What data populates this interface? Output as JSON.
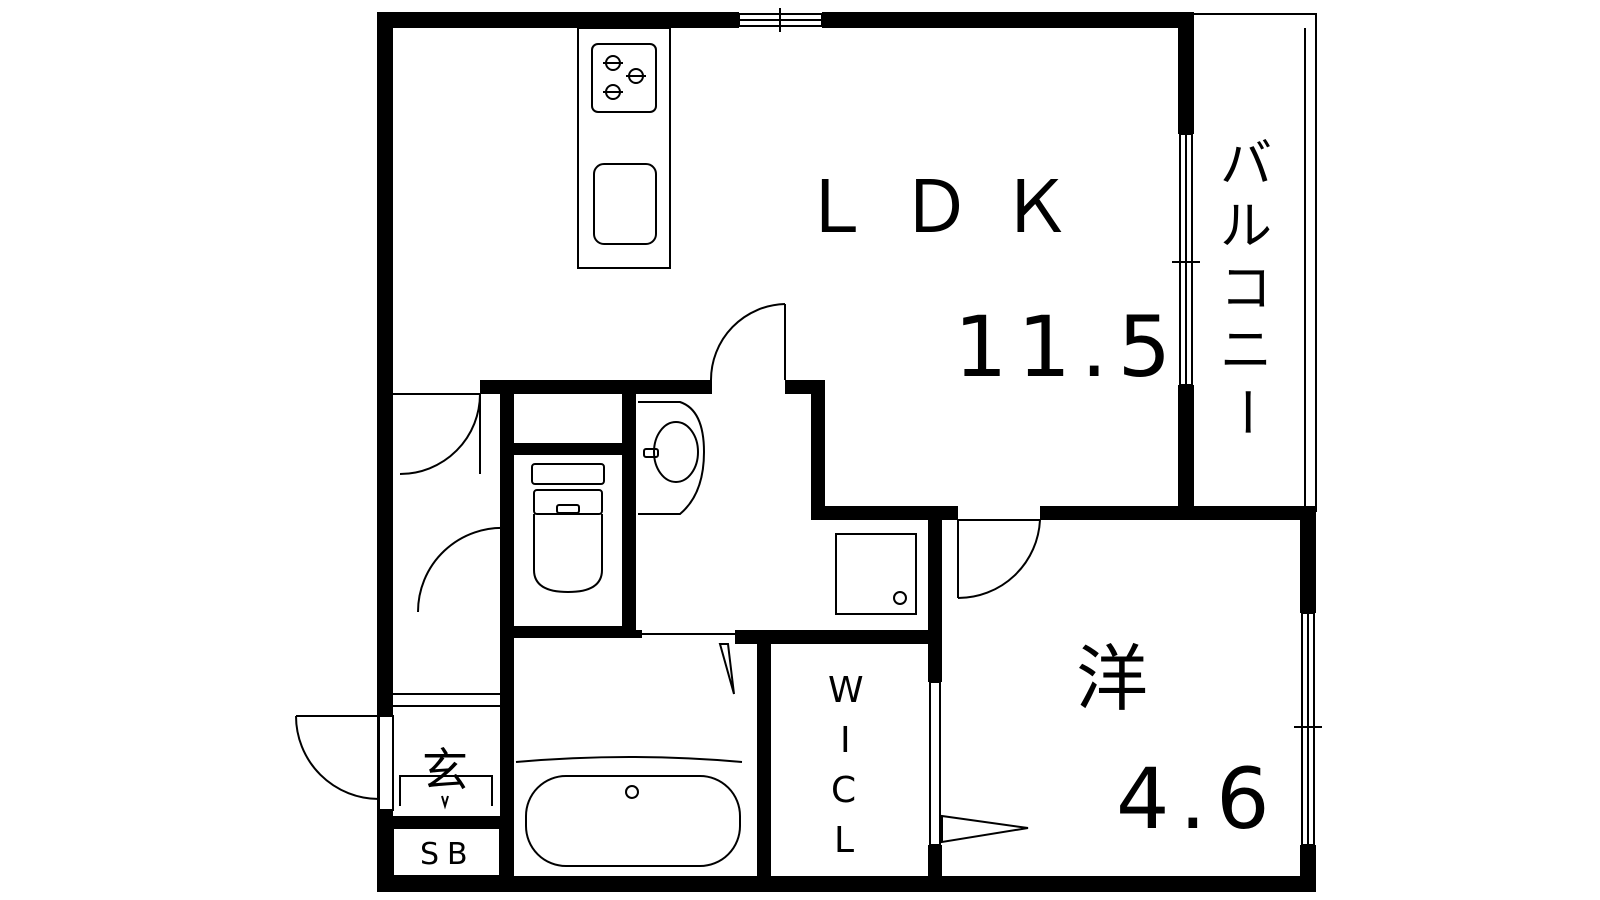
{
  "rooms": {
    "ldk": {
      "label": "ＬＤＫ",
      "size": "11.5"
    },
    "western": {
      "label": "洋",
      "size": "4.6"
    },
    "balcony": {
      "chars": [
        "バ",
        "ル",
        "コ",
        "ニ",
        "ー"
      ]
    },
    "wicl": {
      "chars": [
        "W",
        "I",
        "C",
        "L"
      ]
    },
    "entrance": {
      "label": "玄"
    },
    "shoebox": {
      "label": "SB"
    }
  },
  "colors": {
    "wall": "#000000",
    "background": "#ffffff"
  }
}
